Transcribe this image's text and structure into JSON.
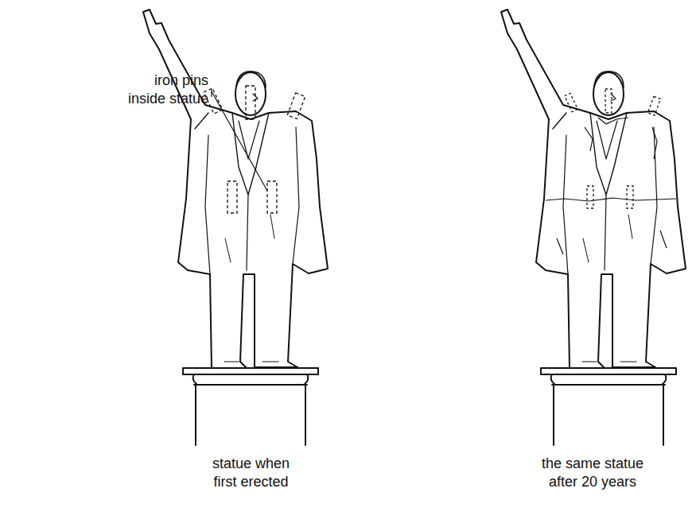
{
  "diagram": {
    "labels": [
      "iron pins inside statue",
      "statue when first erected",
      "the same statue after 20 years"
    ]
  }
}
